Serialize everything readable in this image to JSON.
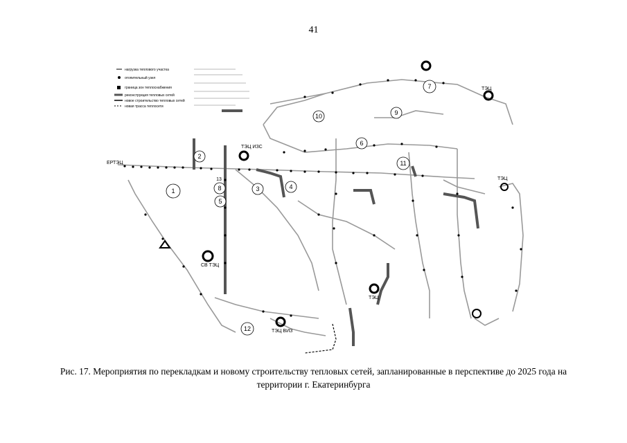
{
  "page": {
    "number": "41"
  },
  "figure": {
    "labels": {
      "chp_top_left": "ЕРТЭЦ",
      "chp_center": "ТЭЦ ИЗС",
      "boiler_sv": "СВ ТЭЦ",
      "boiler_bottom": "ТЭЦ ВИЗ",
      "station_right_top": "ТЭЦ",
      "station_right_mid": "ТЭЦ",
      "station_center": "ТЭЦ"
    },
    "zones": [
      "1",
      "2",
      "3",
      "4",
      "5",
      "6",
      "7",
      "8",
      "9",
      "10",
      "11",
      "12",
      "13"
    ],
    "legend": [
      "нагрузка теплового участка",
      "отопительный узел",
      "граница зон теплоснабжения",
      "реконструкция тепловых сетей",
      "новое строительство тепловых сетей",
      "новая трасса теплосети"
    ]
  },
  "caption": {
    "line1": "Рис. 17. Мероприятия по перекладкам и новому строительству тепловых сетей, запланированные в перспективе до 2025 года на",
    "line2": "территории г. Екатеринбурга"
  }
}
